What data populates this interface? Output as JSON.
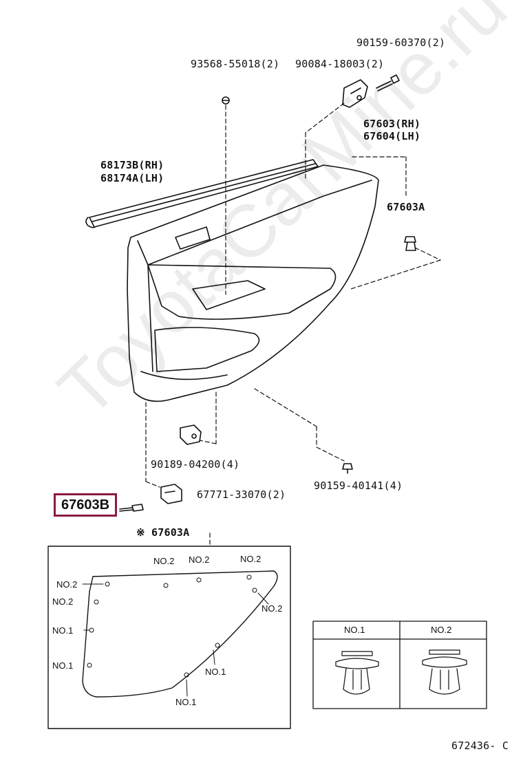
{
  "labels": {
    "p90159_60370": "90159-60370(2)",
    "p93568_55018": "93568-55018(2)",
    "p90084_18003": "90084-18003(2)",
    "p67603_rh": "67603(RH)",
    "p67604_lh": "67604(LH)",
    "p68173b_rh": "68173B(RH)",
    "p68174a_lh": "68174A(LH)",
    "p67603a_top": "67603A",
    "p90189_04200": "90189-04200(4)",
    "p90159_40141": "90159-40141(4)",
    "p67771_33070": "67771-33070(2)",
    "p67603a_detail": "※ 67603A",
    "diagram_code": "672436- C"
  },
  "highlight": {
    "label": "67603B",
    "color": "#8c1b3e"
  },
  "detail_clips": {
    "no2_top_a": "NO.2",
    "no2_top_b": "NO.2",
    "no2_top_c": "NO.2",
    "no2_left_a": "NO.2",
    "no2_left_b": "NO.2",
    "no1_left_a": "NO.1",
    "no1_left_b": "NO.1",
    "no2_right": "NO.2",
    "no1_inner": "NO.1",
    "no1_bottom": "NO.1"
  },
  "legend_table": {
    "col1": "NO.1",
    "col2": "NO.2"
  },
  "watermark": "ToyotaCarMine.ru"
}
